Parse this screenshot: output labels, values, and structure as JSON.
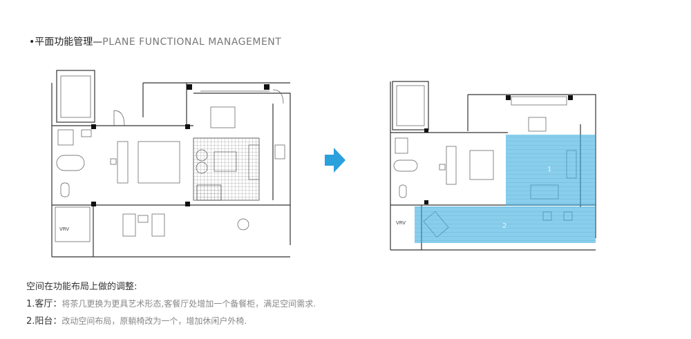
{
  "header": {
    "title_cn": "•平面功能管理—",
    "title_en": "PLANE FUNCTIONAL MANAGEMENT"
  },
  "plans": {
    "before_label": "VRV",
    "after_label": "VRV",
    "zone1": "1",
    "zone2": "2"
  },
  "colors": {
    "highlight": "#3aaee0",
    "arrow": "#2aa0dc"
  },
  "notes": {
    "heading": "空间在功能布局上做的调整:",
    "items": [
      {
        "key": "1.客厅：",
        "value": "将茶几更换为更具艺术形态,客餐厅处增加一个备餐柜，满足空间需求."
      },
      {
        "key": "2.阳台：",
        "value": "改动空间布局，原躺椅改为一个，增加休闲户外椅."
      }
    ]
  }
}
